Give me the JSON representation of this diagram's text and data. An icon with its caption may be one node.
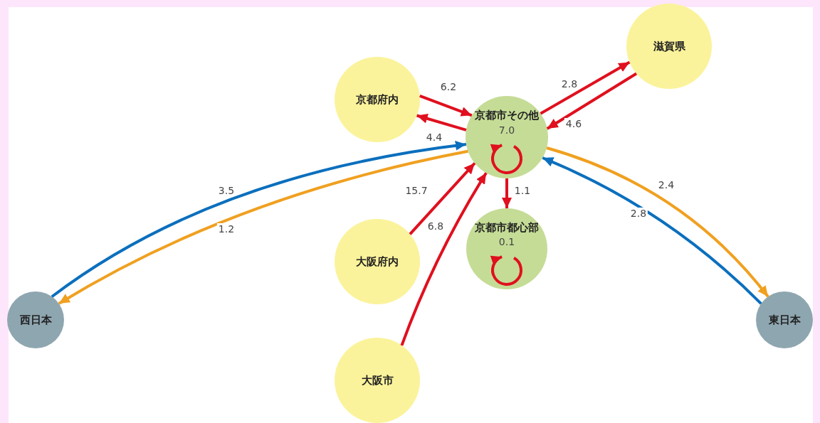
{
  "diagram": {
    "nodes": [
      {
        "text": [
          "滋賀県"
        ]
      },
      {
        "text": [
          "京都府内"
        ]
      },
      {
        "text": [
          "京都市その他"
        ]
      },
      {
        "text": [
          "京都市都心部"
        ]
      },
      {
        "text": [
          "大阪府内"
        ]
      },
      {
        "text": [
          "大阪市"
        ]
      },
      {
        "text": [
          "西日本"
        ]
      },
      {
        "text": [
          "東日本"
        ]
      }
    ],
    "edges": [
      {
        "from": 1,
        "to": 2,
        "arrow": "to",
        "label": "6.2"
      },
      {
        "from": 2,
        "to": 1,
        "arrow": "to",
        "label": "4.4"
      },
      {
        "from": 2,
        "to": 0,
        "arrow": "to",
        "label": "2.8"
      },
      {
        "from": 0,
        "to": 2,
        "arrow": "to",
        "label": "4.6"
      },
      {
        "from": 2,
        "to": 2,
        "arrow": "to",
        "label": "7.0"
      },
      {
        "from": 2,
        "to": 3,
        "arrow": "to",
        "label": "1.1"
      },
      {
        "from": 3,
        "to": 3,
        "arrow": "to",
        "label": "0.1"
      },
      {
        "from": 4,
        "to": 2,
        "arrow": "to",
        "label": "15.7"
      },
      {
        "from": 5,
        "to": 2,
        "arrow": "to",
        "label": "6.8"
      },
      {
        "from": 6,
        "to": 2,
        "arrow": "to",
        "label": "3.5",
        "color": "#0b6fbd"
      },
      {
        "from": 2,
        "to": 6,
        "arrow": "to",
        "label": "1.2",
        "color": "#f0a020"
      },
      {
        "from": 2,
        "to": 7,
        "arrow": "to",
        "label": "2.4",
        "color": "#f0a020"
      },
      {
        "from": 7,
        "to": 2,
        "arrow": "to",
        "label": "2.8",
        "color": "#0b6fbd"
      }
    ]
  }
}
